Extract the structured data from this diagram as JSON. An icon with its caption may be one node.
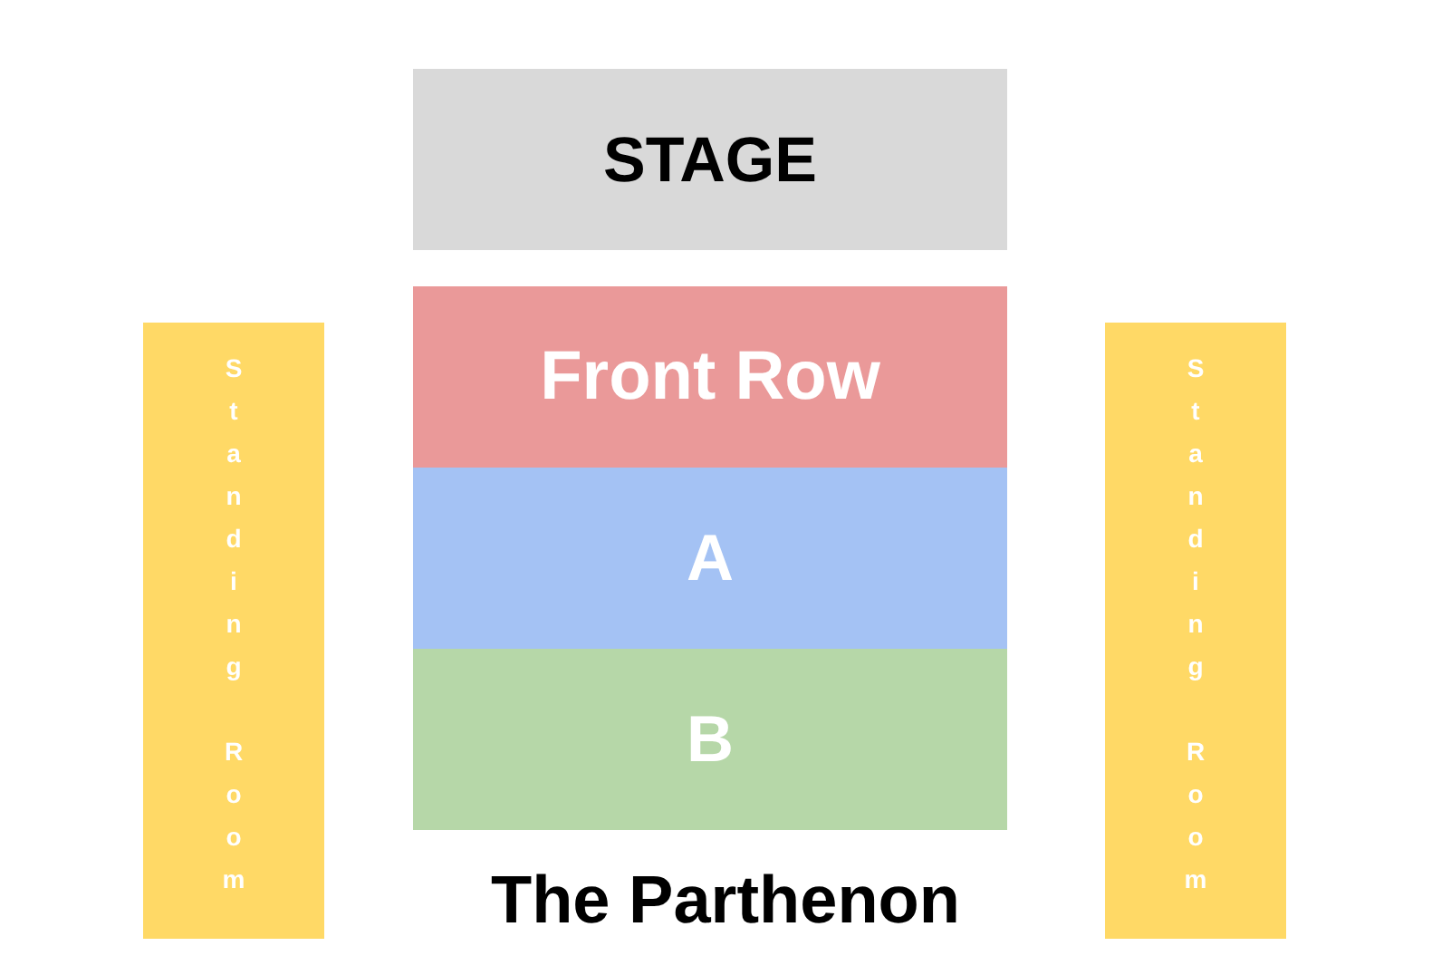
{
  "diagram": {
    "caption": "The Parthenon",
    "nodes": [
      {
        "text": [
          "STAGE"
        ]
      },
      {
        "text": [
          "Front Row"
        ]
      },
      {
        "text": [
          "A"
        ]
      },
      {
        "text": [
          "B"
        ]
      },
      {
        "text": [
          "Standing Room"
        ]
      },
      {
        "text": [
          "Standing Room"
        ]
      }
    ]
  }
}
